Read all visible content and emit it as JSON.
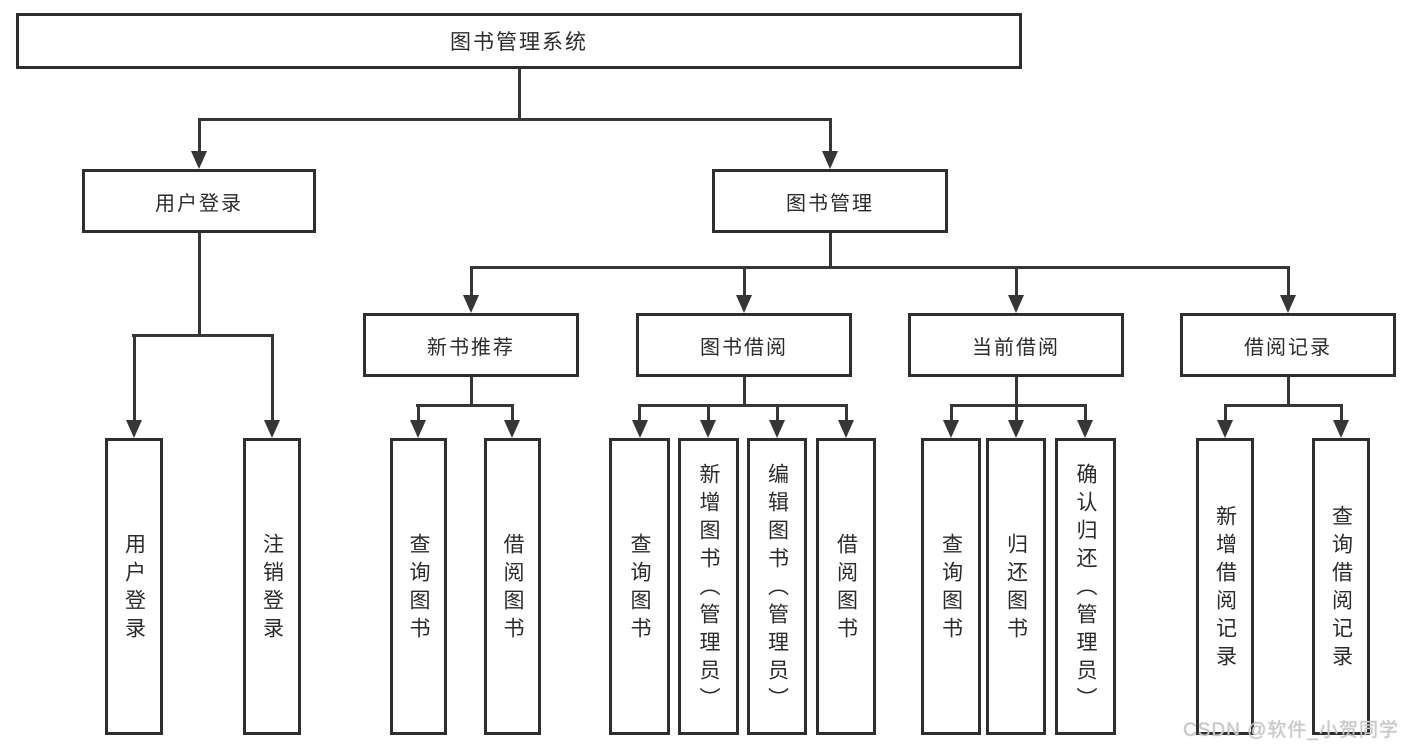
{
  "diagram": {
    "title": "图书管理系统",
    "root": {
      "label": "图书管理系统"
    },
    "level2": [
      {
        "label": "用户登录"
      },
      {
        "label": "图书管理"
      }
    ],
    "level3": [
      {
        "label": "新书推荐"
      },
      {
        "label": "图书借阅"
      },
      {
        "label": "当前借阅"
      },
      {
        "label": "借阅记录"
      }
    ],
    "leaves": {
      "user_login": [
        "用户登录",
        "注销登录"
      ],
      "new_book": [
        "查询图书",
        "借阅图书"
      ],
      "book_borrow": [
        "查询图书",
        "新增图书（管理员）",
        "编辑图书（管理员）",
        "借阅图书"
      ],
      "current_borrow": [
        "查询图书",
        "归还图书",
        "确认归还（管理员）"
      ],
      "borrow_record": [
        "新增借阅记录",
        "查询借阅记录"
      ]
    },
    "colors": {
      "line": "#363636",
      "box_border": "#2e2e2e",
      "text": "#2b2b2b",
      "background": "#ffffff",
      "watermark": "#c9c9c9"
    }
  },
  "watermark": {
    "text": "CSDN @软件_小贺同学"
  }
}
